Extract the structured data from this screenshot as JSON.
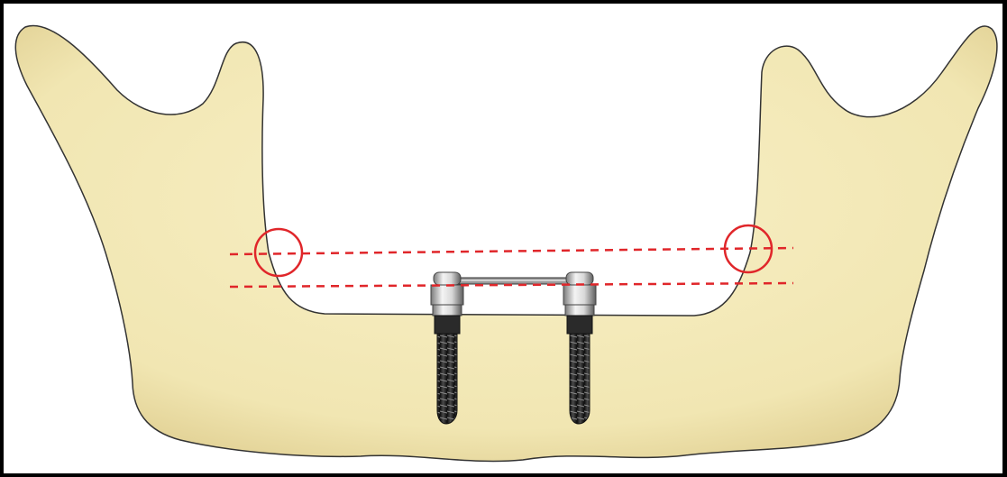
{
  "diagram": {
    "subject": "mandible-with-two-implants-and-bar",
    "colors": {
      "background": "#000000",
      "canvas": "#ffffff",
      "bone_fill": "#f3eabb",
      "bone_edge": "#d9c98a",
      "bone_outline": "#333333",
      "marker_red": "#e0262a",
      "implant_dark": "#1a1a1a",
      "abutment_light": "#e8e8e8",
      "bar_gray": "#8a8a8a"
    },
    "icons": {
      "reference_circle_left": "red-circle-marker",
      "reference_circle_right": "red-circle-marker",
      "dashed_line_upper": "red-dashed-line",
      "dashed_line_lower": "red-dashed-line",
      "implant_left": "dental-implant",
      "implant_right": "dental-implant",
      "connecting_bar": "implant-bar"
    }
  }
}
